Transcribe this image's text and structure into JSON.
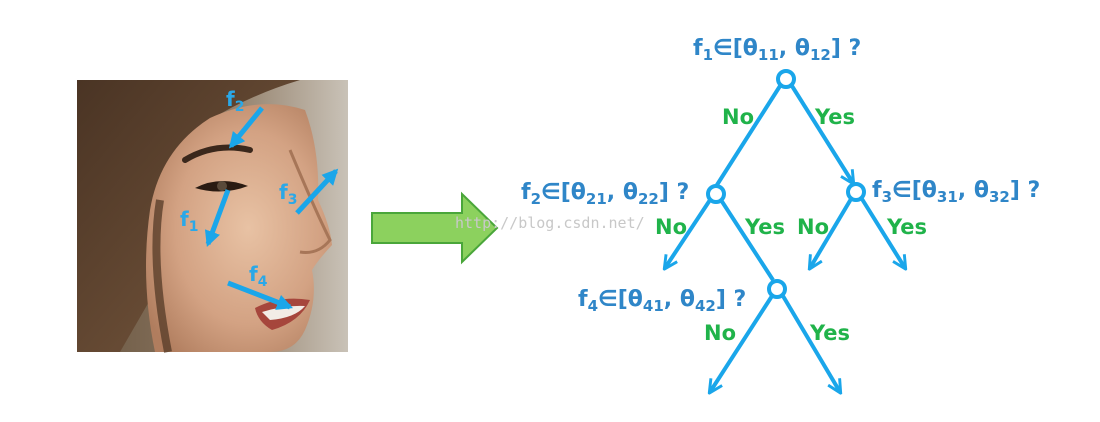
{
  "face_panel": {
    "feature_labels": [
      {
        "id": "f2",
        "base": "f",
        "sub": "2"
      },
      {
        "id": "f1",
        "base": "f",
        "sub": "1"
      },
      {
        "id": "f3",
        "base": "f",
        "sub": "3"
      },
      {
        "id": "f4",
        "base": "f",
        "sub": "4"
      }
    ]
  },
  "tree": {
    "nodes": [
      {
        "id": "n1",
        "f": "f",
        "fsub": "1",
        "t1sub": "11",
        "t2sub": "12"
      },
      {
        "id": "n2",
        "f": "f",
        "fsub": "2",
        "t1sub": "21",
        "t2sub": "22"
      },
      {
        "id": "n3",
        "f": "f",
        "fsub": "3",
        "t1sub": "31",
        "t2sub": "32"
      },
      {
        "id": "n4",
        "f": "f",
        "fsub": "4",
        "t1sub": "41",
        "t2sub": "42"
      }
    ],
    "elem_sym": "∈[",
    "theta": "θ",
    "comma": ", ",
    "close": "] ?",
    "branch_no": "No",
    "branch_yes": "Yes"
  },
  "watermark": "http://blog.csdn.net/",
  "colors": {
    "arrow_blue": "#1aa6ea",
    "label_blue": "#2f86c8",
    "branch_green": "#20b34a",
    "big_arrow_fill": "#8cd15e",
    "big_arrow_stroke": "#4aa63a"
  }
}
